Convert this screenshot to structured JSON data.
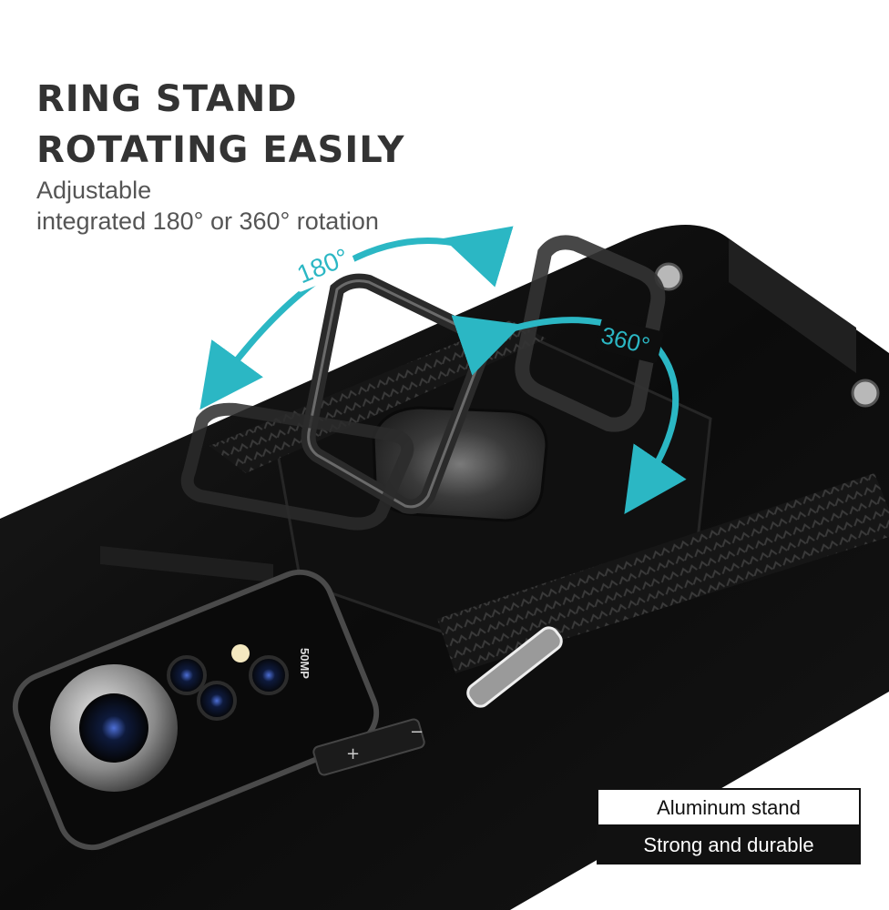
{
  "headline": {
    "line1": "RING STAND",
    "line2": "ROTATING EASILY"
  },
  "subtitle": {
    "line1": "Adjustable",
    "line2": "integrated 180° or 360° rotation"
  },
  "arrows": {
    "label_180": "180°",
    "label_360": "360°",
    "color": "#2bb7c4"
  },
  "camera": {
    "sensor_label": "50MP"
  },
  "buttons": {
    "volume_up": "+",
    "volume_down": "−"
  },
  "feature_box": {
    "title": "Aluminum stand",
    "subtitle": "Strong and durable"
  },
  "colors": {
    "case": "#0d0d0d",
    "headline": "#333333",
    "accent": "#2bb7c4"
  }
}
